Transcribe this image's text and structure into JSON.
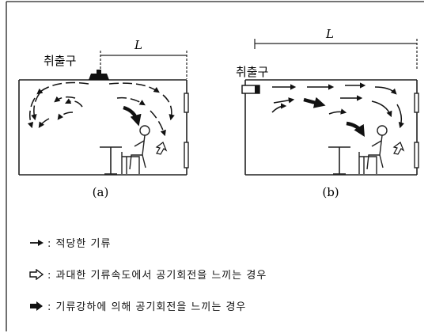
{
  "diagram_a": {
    "outlet_label": "취출구",
    "dimension_label": "L",
    "caption": "(a)"
  },
  "diagram_b": {
    "outlet_label": "취출구",
    "dimension_label": "L",
    "caption": "(b)"
  },
  "legend": {
    "items": [
      {
        "symbol": "thin-arrow-icon",
        "text": ": 적당한 기류"
      },
      {
        "symbol": "hollow-arrow-icon",
        "text": ": 과대한 기류속도에서 공기회전을 느끼는 경우"
      },
      {
        "symbol": "bold-arrow-icon",
        "text": ": 기류강하에 의해 공기회전을 느끼는 경우"
      }
    ]
  }
}
